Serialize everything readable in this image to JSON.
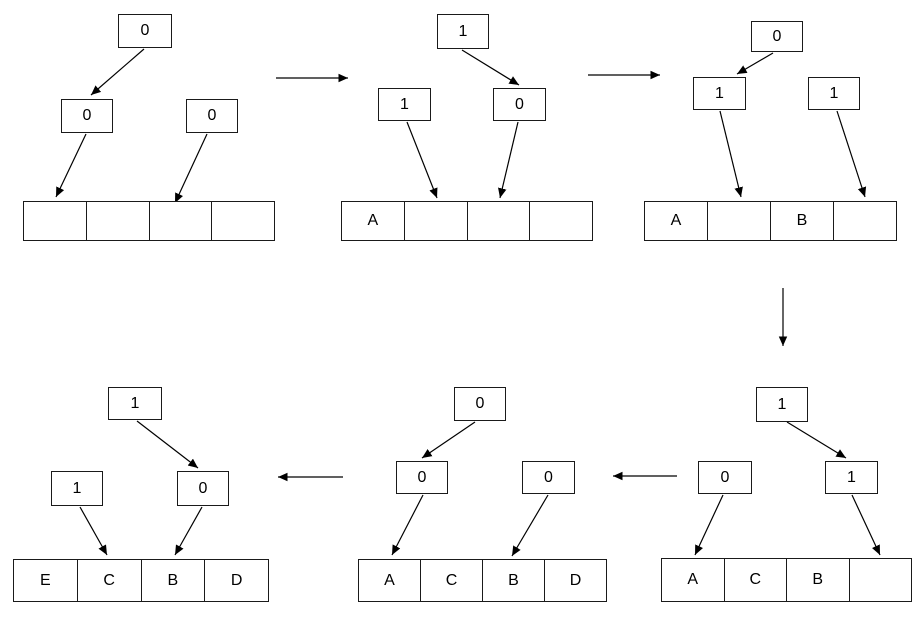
{
  "colors": {
    "stroke": "#000000",
    "node_fill": "#ffffff",
    "text": "#000000",
    "background": "#ffffff"
  },
  "steps": [
    {
      "id": "step-1",
      "position": "top-left",
      "root": "0",
      "left_child": "0",
      "right_child": "0",
      "cells": [
        "",
        "",
        "",
        ""
      ]
    },
    {
      "id": "step-2",
      "position": "top-middle",
      "root": "1",
      "left_child": "1",
      "right_child": "0",
      "cells": [
        "A",
        "",
        "",
        ""
      ]
    },
    {
      "id": "step-3",
      "position": "top-right",
      "root": "0",
      "left_child": "1",
      "right_child": "1",
      "cells": [
        "A",
        "",
        "B",
        ""
      ]
    },
    {
      "id": "step-4",
      "position": "bottom-right",
      "root": "1",
      "left_child": "0",
      "right_child": "1",
      "cells": [
        "A",
        "C",
        "B",
        ""
      ]
    },
    {
      "id": "step-5",
      "position": "bottom-middle",
      "root": "0",
      "left_child": "0",
      "right_child": "0",
      "cells": [
        "A",
        "C",
        "B",
        "D"
      ]
    },
    {
      "id": "step-6",
      "position": "bottom-left",
      "root": "1",
      "left_child": "1",
      "right_child": "0",
      "cells": [
        "E",
        "C",
        "B",
        "D"
      ]
    }
  ]
}
